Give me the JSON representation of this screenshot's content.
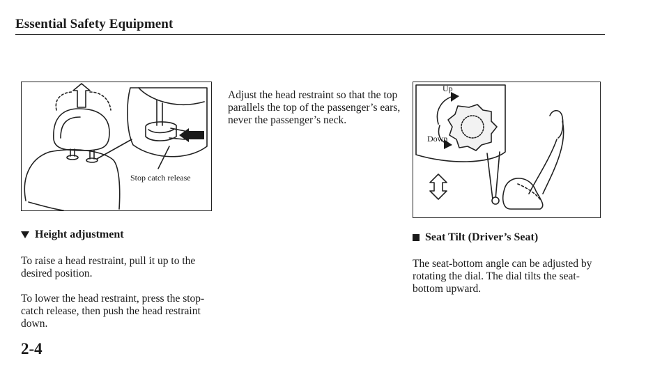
{
  "header": {
    "title": "Essential Safety Equipment"
  },
  "figure1": {
    "label": "Stop catch release"
  },
  "middle": {
    "paragraph": "Adjust the head restraint so that the top parallels the top of the passenger’s ears, never the passenger’s neck."
  },
  "figure2": {
    "label_up": "Up",
    "label_down": "Down"
  },
  "height_adjustment": {
    "heading": "Height adjustment",
    "icon": "down-triangle-icon",
    "paragraphs": [
      "To raise a head restraint, pull it up to the desired position.",
      "To lower the head restraint, press the stop-catch release, then push the head restraint down."
    ]
  },
  "seat_tilt": {
    "heading": "Seat Tilt (Driver’s Seat)",
    "icon": "square-bullet-icon",
    "paragraph": "The seat-bottom angle can be adjusted by rotating the dial. The dial tilts the seat-bottom upward."
  },
  "footer": {
    "page_number": "2-4"
  }
}
